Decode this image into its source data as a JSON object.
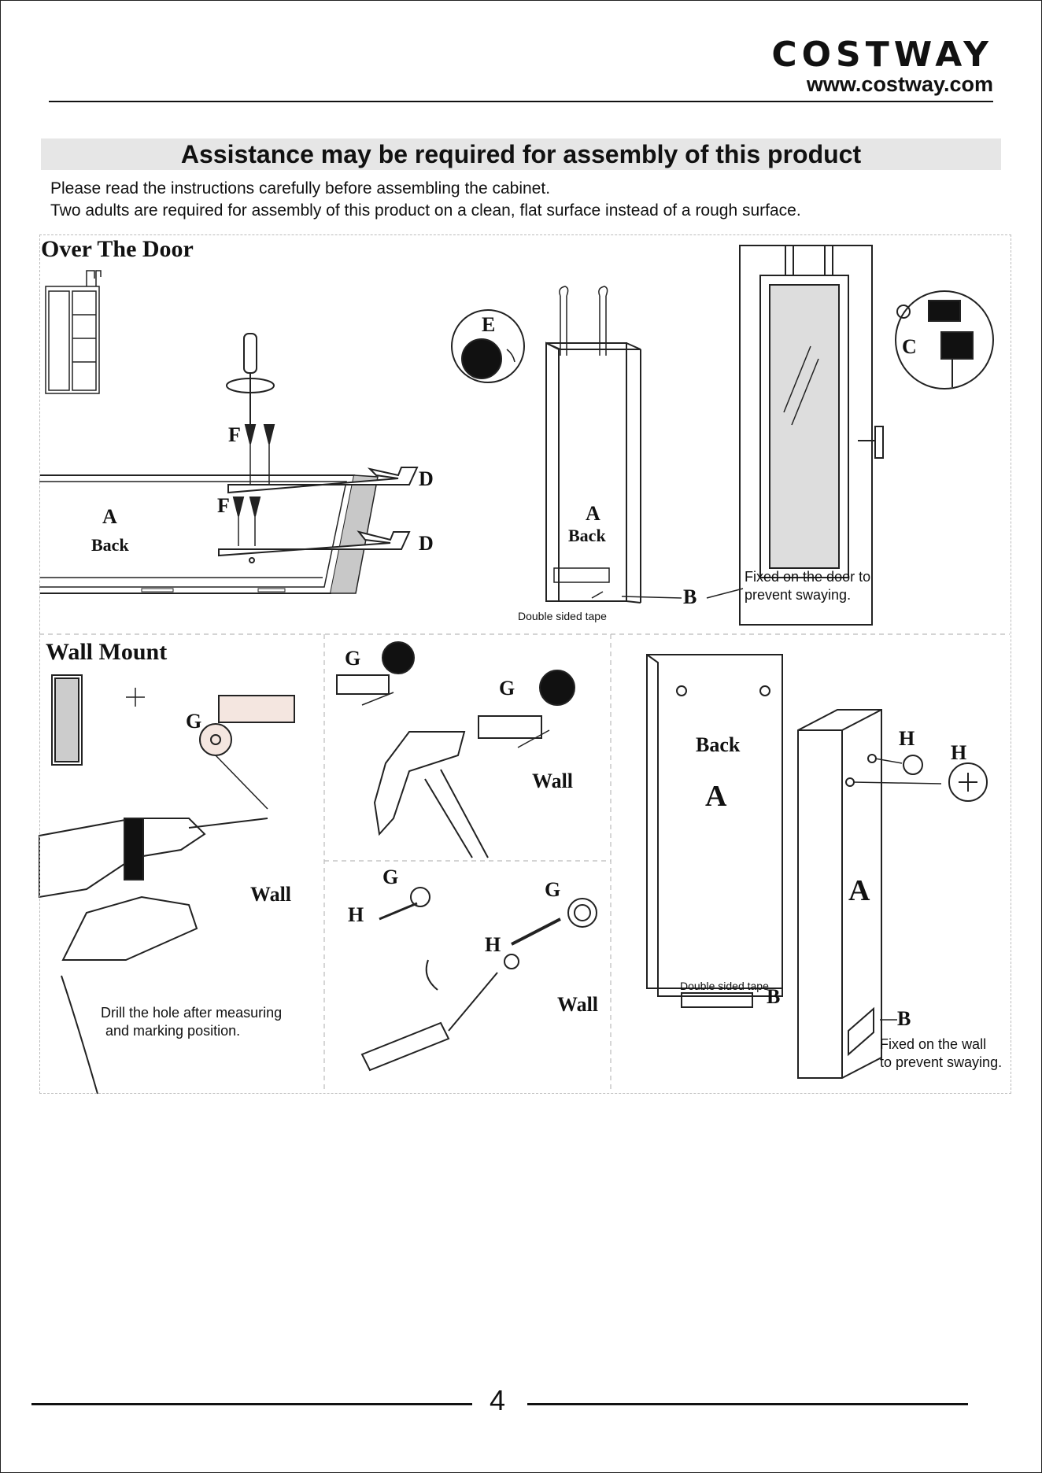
{
  "brand": {
    "name": "COSTWAY",
    "url": "www.costway.com"
  },
  "banner": "Assistance may be required for assembly of this product",
  "intro": {
    "line1": "Please read the instructions carefully before assembling the cabinet.",
    "line2": "Two adults are required for assembly of this product on a clean, flat surface instead of a rough surface."
  },
  "over_the_door": {
    "title": "Over The Door",
    "parts": {
      "A": "A",
      "B": "B",
      "C": "C",
      "D": "D",
      "E": "E",
      "F": "F"
    },
    "back": "Back",
    "tape": "Double sided tape",
    "fixed_note_line1": "Fixed on the door to",
    "fixed_note_line2": "prevent swaying."
  },
  "wall_mount": {
    "title": "Wall Mount",
    "parts": {
      "A": "A",
      "B": "B",
      "G": "G",
      "H": "H"
    },
    "wall": "Wall",
    "back": "Back",
    "drill_note_line1": "Drill the hole after measuring",
    "drill_note_line2": "and marking position.",
    "tape": "Double sided tape",
    "fixed_note_line1": "Fixed on the wall",
    "fixed_note_line2": "to prevent swaying."
  },
  "page_number": "4"
}
